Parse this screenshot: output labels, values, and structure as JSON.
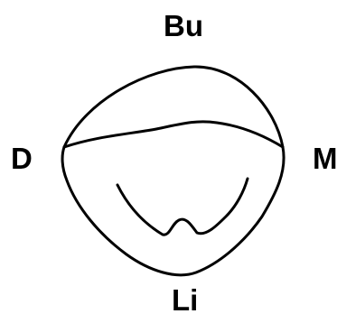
{
  "labels": {
    "top": "Bu",
    "left": "D",
    "right": "M",
    "bottom": "Li"
  },
  "colors": {
    "stroke": "#000000",
    "background": "#ffffff"
  }
}
